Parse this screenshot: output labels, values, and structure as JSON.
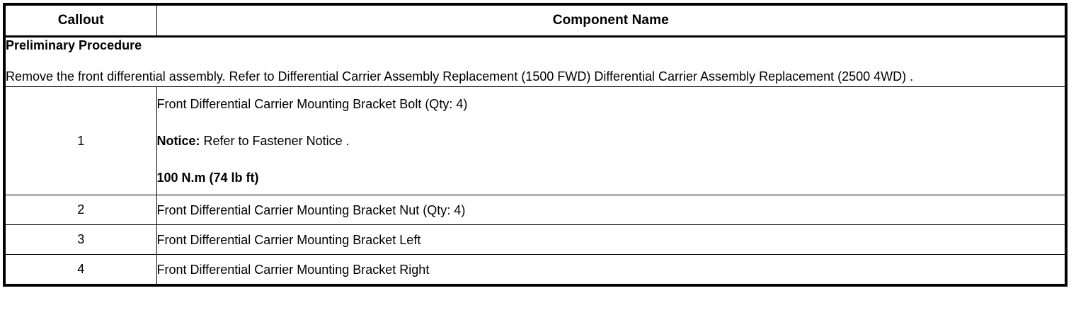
{
  "table": {
    "headers": {
      "callout": "Callout",
      "component": "Component Name"
    },
    "preliminary": {
      "title": "Preliminary Procedure",
      "body": "Remove the front differential assembly. Refer to Differential Carrier Assembly Replacement (1500 FWD) Differential Carrier Assembly Replacement (2500 4WD) ."
    },
    "rows": [
      {
        "callout": "1",
        "component_name": "Front Differential Carrier Mounting Bracket Bolt (Qty: 4)",
        "notice_label": "Notice:",
        "notice_text": " Refer to Fastener Notice .",
        "torque": "100 N.m (74 lb ft)"
      },
      {
        "callout": "2",
        "component_name": "Front Differential Carrier Mounting Bracket Nut (Qty: 4)"
      },
      {
        "callout": "3",
        "component_name": "Front Differential Carrier Mounting Bracket Left"
      },
      {
        "callout": "4",
        "component_name": "Front Differential Carrier Mounting Bracket Right"
      }
    ]
  }
}
